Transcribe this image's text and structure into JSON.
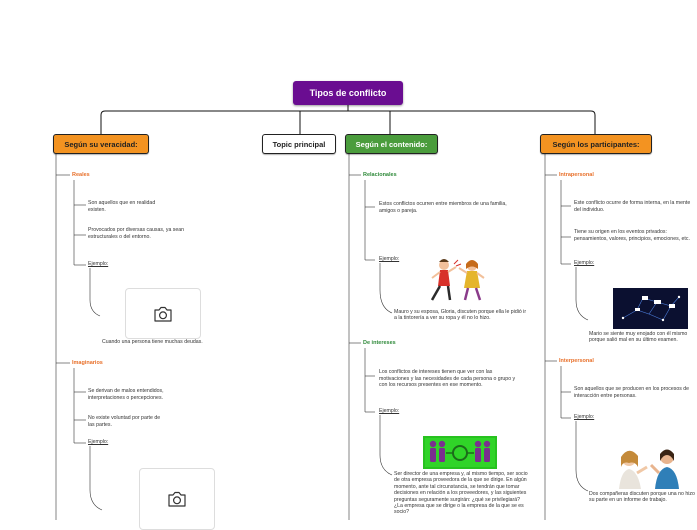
{
  "root": {
    "label": "Tipos de conflicto"
  },
  "topics": {
    "veracidad": "Según su veracidad:",
    "principal": "Topic principal",
    "contenido": "Según el contenido:",
    "participantes": "Según los participantes:"
  },
  "veracidad": {
    "reales": {
      "title": "Reales",
      "items": [
        "Son aquellos que en realidad existen.",
        "Provocados por diversas causas, ya sean estructurales o del entorno."
      ],
      "ejemplo": "Ejemplo:",
      "caption": "Cuando una persona tiene muchas deudas."
    },
    "imaginarios": {
      "title": "Imaginarios",
      "items": [
        "Se derivan de malos entendidos, interpretaciones o percepciones.",
        "No existe voluntad por parte de las partes."
      ],
      "ejemplo": "Ejemplo:"
    }
  },
  "contenido": {
    "relacionales": {
      "title": "Relacionales",
      "items": [
        "Estos conflictos ocurren entre miembros de una familia, amigos o pareja."
      ],
      "ejemplo": "Ejemplo:",
      "caption": "Mauro y su esposa, Gloria, discuten porque ella le pidió ir a la tintorería a ver su ropa y él no lo hizo."
    },
    "intereses": {
      "title": "De intereses",
      "items": [
        "Los conflictos de intereses tienen que ver con las motivaciones y las necesidades de cada persona o grupo y con los recursos presentes en ese momento."
      ],
      "ejemplo": "Ejemplo:",
      "caption": "Ser director de una empresa y, al mismo tiempo, ser socio de otra empresa proveedora de la que se dirige. En algún momento, ante tal circunstancia, se tendrán que tomar decisiones en relación a los proveedores, y las siguientes preguntas seguramente surgirán: ¿qué se privilegiará? ¿La empresa que se dirige o la empresa de la que se es socio?"
    }
  },
  "participantes": {
    "intrapersonal": {
      "title": "Intrapersonal",
      "items": [
        "Este conflicto ocurre de forma interna, en la mente del individuo.",
        "Tiene su origen en los eventos privados: pensamientos, valores, principios, emociones, etc."
      ],
      "ejemplo": "Ejemplo:",
      "caption": "Mario se siente muy enojado con él mismo porque salió mal en su último examen."
    },
    "interpersonal": {
      "title": "Interpersonal",
      "items": [
        "Son aquellos que se producen en los procesos de interacción entre personas."
      ],
      "ejemplo": "Ejemplo:",
      "caption": "Dos compañeras discuten porque una no hizo su parte en un informe de trabajo."
    }
  },
  "colors": {
    "root": "#6a0d91",
    "orange": "#f39321",
    "green": "#4a9c3c"
  }
}
